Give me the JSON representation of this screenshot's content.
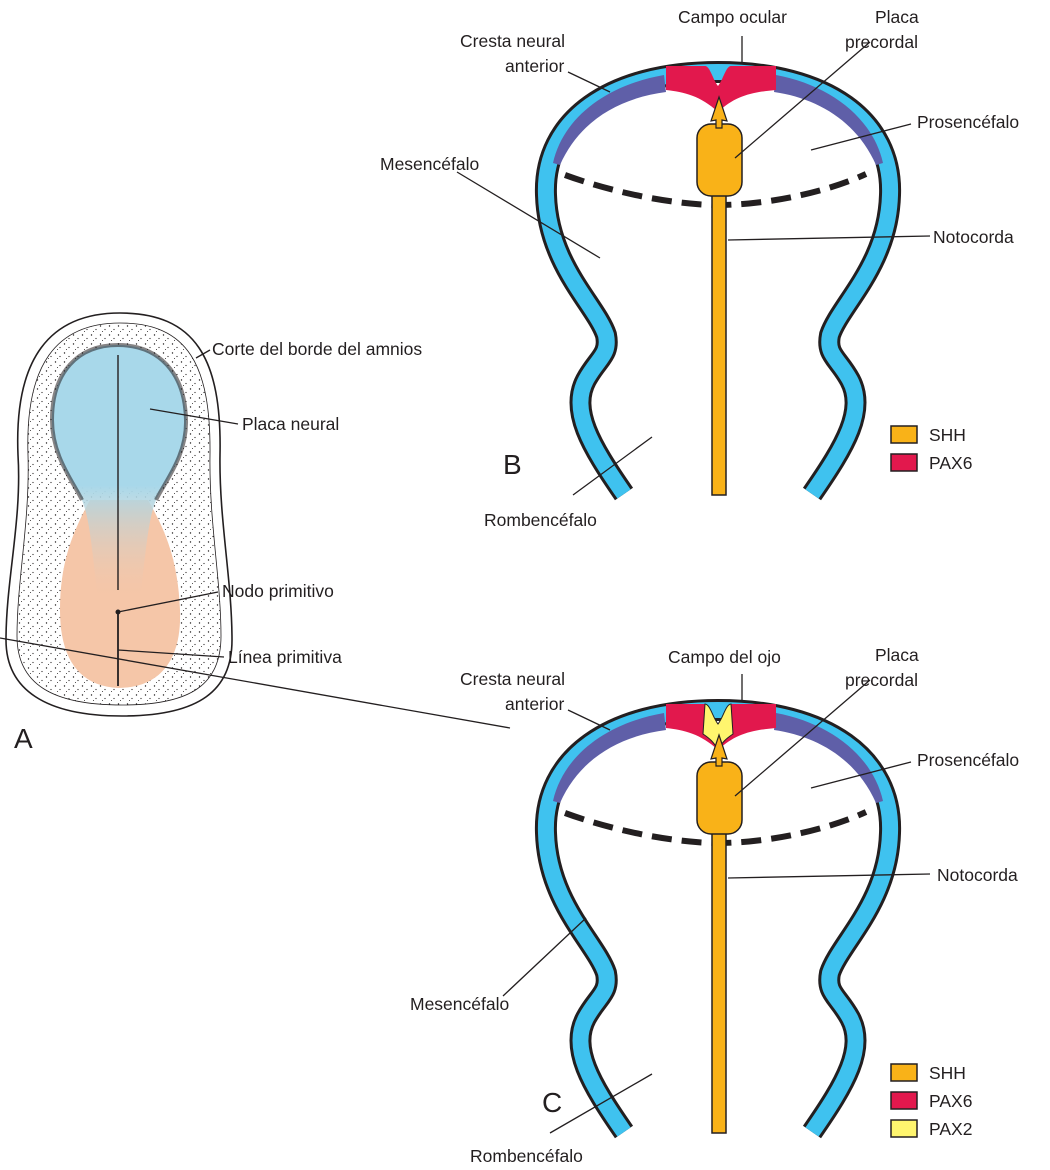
{
  "panel_a": {
    "letter": "A",
    "labels": {
      "amnion_edge": "Corte del borde del amnios",
      "neural_plate": "Placa neural",
      "primitive_node": "Nodo primitivo",
      "primitive_streak": "Línea primitiva"
    }
  },
  "panel_b": {
    "letter": "B",
    "labels": {
      "eye_field": "Campo ocular",
      "prechordal_1": "Placa",
      "prechordal_2": "precordal",
      "crest_1": "Cresta neural",
      "crest_2": "anterior",
      "forebrain": "Prosencéfalo",
      "midbrain": "Mesencéfalo",
      "notochord": "Notocorda",
      "hindbrain": "Rombencéfalo"
    },
    "legend": [
      {
        "name": "SHH",
        "color": "#f9b218"
      },
      {
        "name": "PAX6",
        "color": "#e2184d"
      }
    ]
  },
  "panel_c": {
    "letter": "C",
    "labels": {
      "eye_field": "Campo del ojo",
      "prechordal_1": "Placa",
      "prechordal_2": "precordal",
      "crest_1": "Cresta neural",
      "crest_2": "anterior",
      "forebrain": "Prosencéfalo",
      "midbrain": "Mesencéfalo",
      "notochord": "Notocorda",
      "hindbrain": "Rombencéfalo"
    },
    "legend": [
      {
        "name": "SHH",
        "color": "#f9b218"
      },
      {
        "name": "PAX6",
        "color": "#e2184d"
      },
      {
        "name": "PAX2",
        "color": "#fff56e"
      }
    ]
  },
  "colors": {
    "neural_tube": "#3fc2ef",
    "crest": "#5f5fa8",
    "pax6": "#e2184d",
    "pax2": "#fff56e",
    "shh": "#f9b218",
    "neural_plate": "#a8d8ea",
    "primitive_streak_region": "#f5c6a8",
    "outline": "#231f20"
  }
}
